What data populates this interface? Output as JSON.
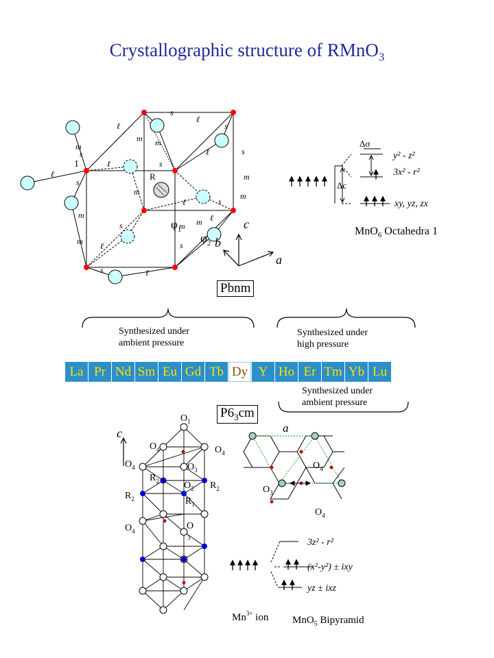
{
  "title": "Crystallographic structure of RMnO",
  "title_sub": "3",
  "pbnm": {
    "label": "Pbnm",
    "site_label": "1",
    "r_label": "R",
    "phi1": "φ",
    "phi1_sub": "1",
    "phi2": "φ",
    "phi2_sub": "2",
    "axis_c": "c",
    "axis_b": "b",
    "axis_a": "a"
  },
  "octahedra": {
    "caption": "MnO",
    "caption_sub": "6",
    "caption_tail": " Octahedra  1",
    "level_top": "y² - z²",
    "level_mid": "3x² - r²",
    "level_low": "xy, yz, zx",
    "delta_sigma": "Δσ",
    "delta_c": "Δc"
  },
  "notes": {
    "left_brace": [
      "Synthesized under",
      "ambient pressure"
    ],
    "right_brace": [
      "Synthesized under",
      "high  pressure"
    ],
    "bottom_brace": [
      "Synthesized under",
      "ambient pressure"
    ]
  },
  "elements": [
    "La",
    "Pr",
    "Nd",
    "Sm",
    "Eu",
    "Gd",
    "Tb",
    "Dy",
    "Y",
    "Ho",
    "Er",
    "Tm",
    "Yb",
    "Lu"
  ],
  "p63cm": {
    "label": "P6",
    "label_sub": "3",
    "label_tail": "cm",
    "axis_c": "c",
    "axis_a": "a",
    "sites": {
      "O1": "O",
      "O1_sub": "1",
      "O4": "O",
      "O4_sub": "4",
      "O3": "O",
      "O3_sub": "3",
      "O2": "O",
      "O2_sub": "2",
      "R1": "R",
      "R1_sub": "1",
      "R2": "R",
      "R2_sub": "2"
    }
  },
  "bipyramid": {
    "level_top": "3z² - r²",
    "level_mid": "(x²-y²) ± ixy",
    "level_low": "yz ± ixz",
    "ion_label": "Mn",
    "ion_sup": "3+",
    "ion_tail": " ion",
    "caption": "MnO",
    "caption_sub": "5",
    "caption_tail": " Bipyramid"
  },
  "colors": {
    "title": "#1f2a9e",
    "element_bg": "#2c8fc9",
    "element_text": "#ffe000",
    "mn_site": "#ff0000",
    "oxygen": "#ccffff",
    "r_site": "#0000cc"
  }
}
